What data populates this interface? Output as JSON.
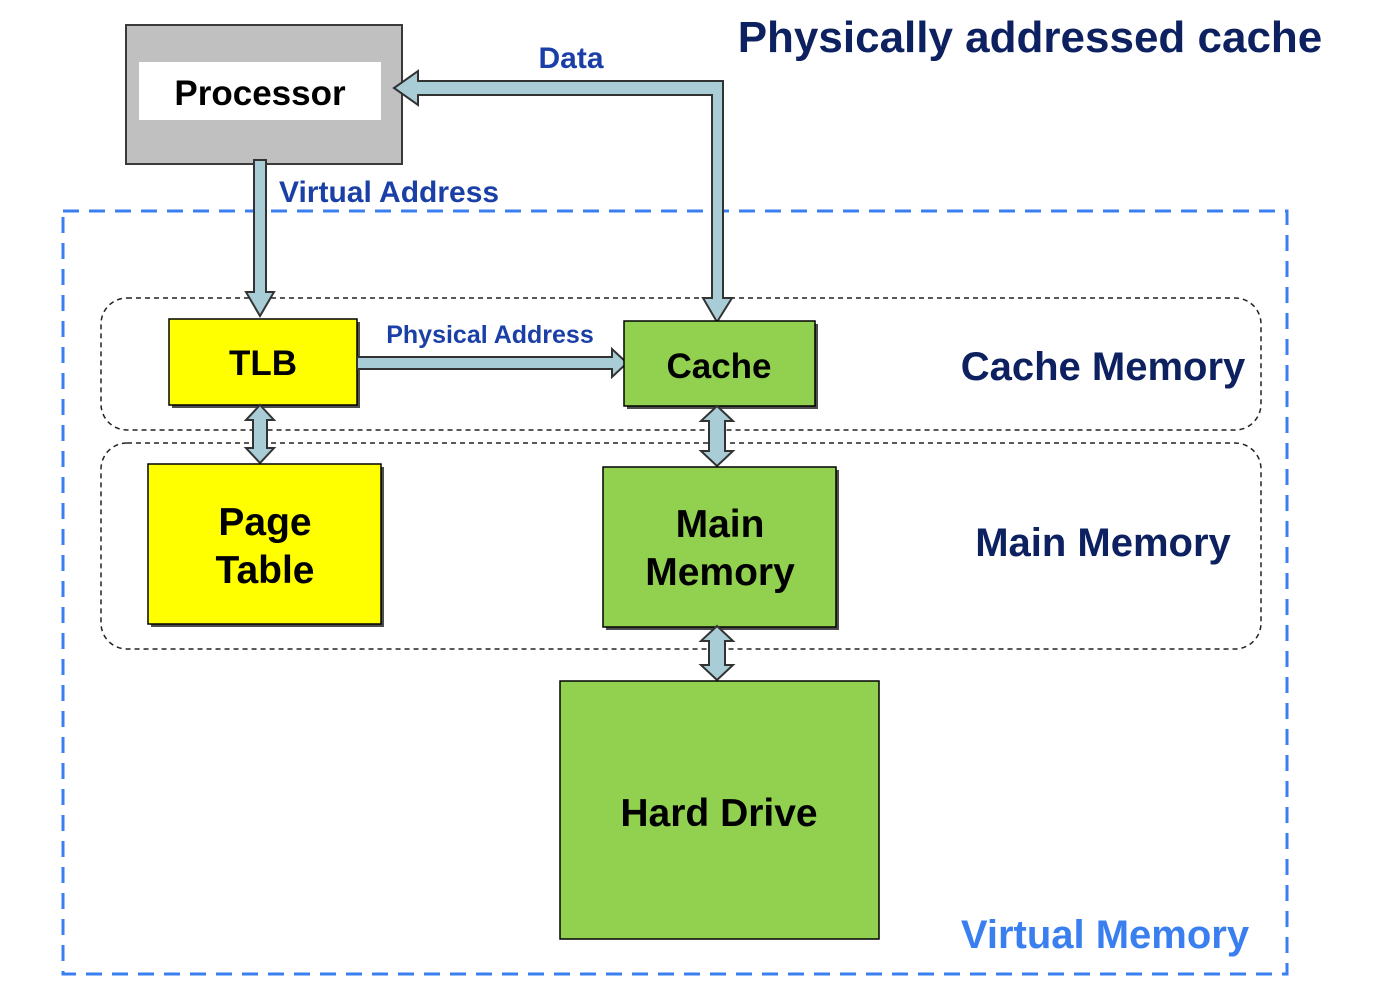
{
  "title": "Physically addressed cache",
  "regions": {
    "virtual_memory": "Virtual Memory",
    "cache_memory": "Cache Memory",
    "main_memory": "Main Memory"
  },
  "blocks": {
    "processor": "Processor",
    "tlb": "TLB",
    "cache": "Cache",
    "page_table_line1": "Page",
    "page_table_line2": "Table",
    "main_memory_line1": "Main",
    "main_memory_line2": "Memory",
    "hard_drive": "Hard Drive"
  },
  "arrows": {
    "data": "Data",
    "virtual_address": "Virtual Address",
    "physical_address": "Physical Address"
  },
  "colors": {
    "processor_fill": "#c0c0c0",
    "yellow_fill": "#ffff00",
    "green_fill": "#92d050",
    "arrow_fill": "#a8cdd6",
    "title_color": "#0d2161",
    "label_color": "#1a3fa6",
    "virtual_memory_color": "#3a7ff0"
  }
}
